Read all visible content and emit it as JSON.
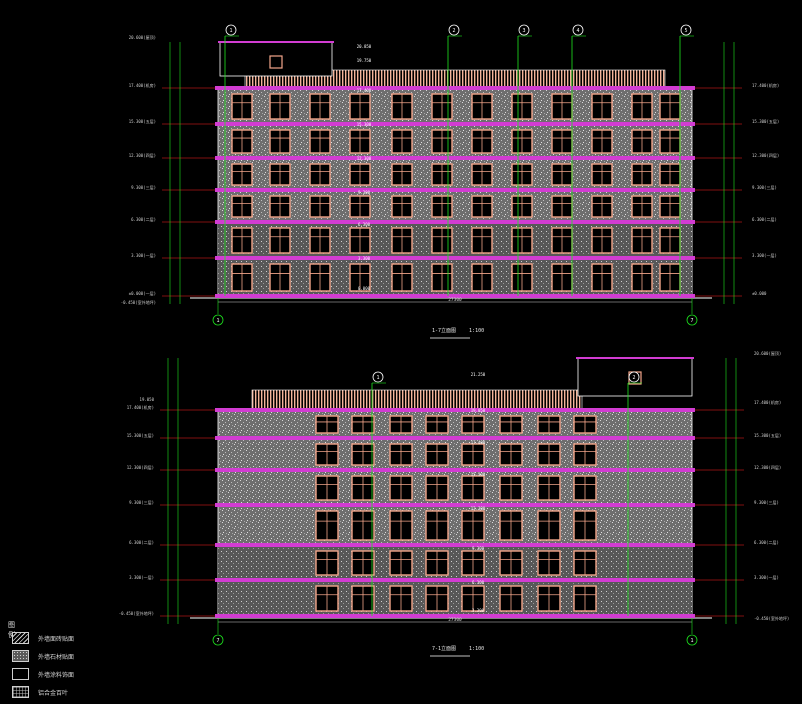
{
  "drawing": {
    "upper_elevation": {
      "title": "1-7立面图",
      "scale": "1:100",
      "axis_left": "1",
      "axis_right": "7",
      "overall_width": "27300",
      "levels_left": [
        "20.600(屋顶)",
        "17.400(机房)",
        "15.300(五层)",
        "12.300(四层)",
        "9.300(三层)",
        "6.300(二层)",
        "3.300(一层)",
        "±0.000(一层)",
        "-0.450(室外地坪)"
      ],
      "levels_right": [
        "17.400(机房)",
        "15.300(五层)",
        "12.300(四层)",
        "9.300(三层)",
        "6.300(二层)",
        "3.300(一层)",
        "±0.000"
      ],
      "callouts": [
        "1",
        "2",
        "3",
        "4",
        "5"
      ],
      "elev_notes": [
        "20.850",
        "19.750",
        "17.400",
        "15.300",
        "12.300",
        "9.300",
        "6.300",
        "3.300",
        "0.000"
      ]
    },
    "lower_elevation": {
      "title": "7-1立面图",
      "scale": "1:100",
      "axis_left": "7",
      "axis_right": "1",
      "overall_width": "27300",
      "levels_left": [
        "19.050",
        "17.400(机房)",
        "15.300(五层)",
        "12.300(四层)",
        "9.300(三层)",
        "6.300(二层)",
        "3.300(一层)",
        "-0.450(室外地坪)"
      ],
      "levels_right": [
        "20.600(屋顶)",
        "17.400(机房)",
        "15.300(五层)",
        "12.300(四层)",
        "9.300(三层)",
        "6.300(二层)",
        "3.300(一层)",
        "-0.450(室外地坪)"
      ],
      "callouts": [
        "1",
        "2"
      ],
      "elev_notes": [
        "21.250",
        "19.050",
        "17.400",
        "15.300",
        "12.300",
        "9.300",
        "6.300",
        "3.300"
      ]
    }
  },
  "legend": {
    "title": "图例",
    "items": [
      {
        "label": "外墙面砖贴面",
        "pattern": "hatch-diagonal"
      },
      {
        "label": "外墙石材贴面",
        "pattern": "stipple"
      },
      {
        "label": "外墙涂料饰面",
        "pattern": "solid-dark"
      },
      {
        "label": "铝合金百叶",
        "pattern": "grid"
      }
    ]
  },
  "colors": {
    "background": "#000000",
    "outline": "#ffffff",
    "facade_fill": "#8a8a8a",
    "window": "#f3a58a",
    "band": "#d23cd2",
    "level_line": "#ff1e1e",
    "leader": "#1ee61e",
    "roof_rail": "#f4b49a",
    "dimension": "#d0d0d0"
  }
}
